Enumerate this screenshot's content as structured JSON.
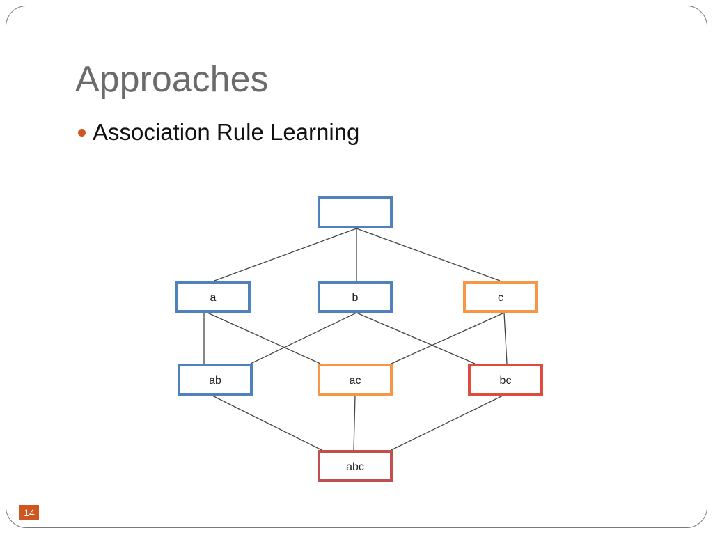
{
  "slide": {
    "title": "Approaches",
    "bullet": "Association Rule Learning",
    "page_number": "14"
  },
  "colors": {
    "blue": "#4f81bd",
    "orange": "#f79646",
    "red": "#e04b3f",
    "dark_red": "#c0504d",
    "accent": "#d0561f",
    "title_gray": "#6b6b6b"
  },
  "lattice": {
    "nodes": [
      {
        "id": "empty",
        "label": "",
        "color": "blue"
      },
      {
        "id": "a",
        "label": "a",
        "color": "blue"
      },
      {
        "id": "b",
        "label": "b",
        "color": "blue"
      },
      {
        "id": "c",
        "label": "c",
        "color": "orange"
      },
      {
        "id": "ab",
        "label": "ab",
        "color": "blue"
      },
      {
        "id": "ac",
        "label": "ac",
        "color": "orange"
      },
      {
        "id": "bc",
        "label": "bc",
        "color": "red"
      },
      {
        "id": "abc",
        "label": "abc",
        "color": "dark_red"
      }
    ],
    "edges": [
      [
        "empty",
        "a"
      ],
      [
        "empty",
        "b"
      ],
      [
        "empty",
        "c"
      ],
      [
        "a",
        "ab"
      ],
      [
        "a",
        "ac"
      ],
      [
        "b",
        "ab"
      ],
      [
        "b",
        "bc"
      ],
      [
        "c",
        "ac"
      ],
      [
        "c",
        "bc"
      ],
      [
        "ab",
        "abc"
      ],
      [
        "ac",
        "abc"
      ],
      [
        "bc",
        "abc"
      ]
    ]
  }
}
